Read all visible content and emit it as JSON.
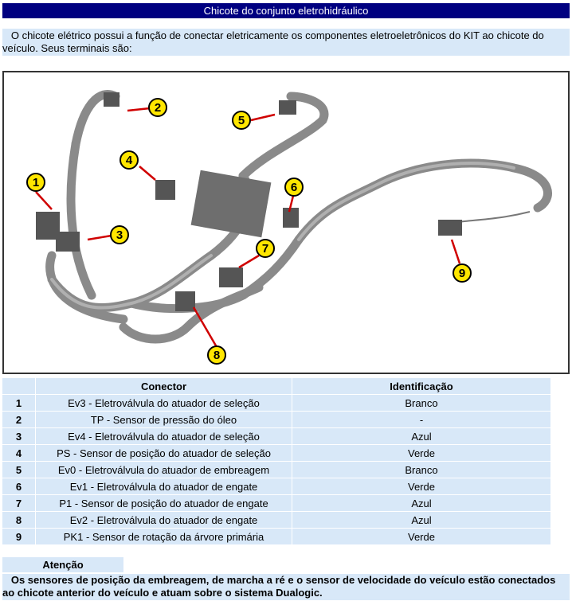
{
  "title": "Chicote do conjunto eletrohidráulico",
  "intro": "   O chicote elétrico possui a função de conectar eletricamente os componentes eletroeletrônicos do KIT ao chicote do veículo. Seus terminais são:",
  "photo": {
    "callouts": [
      "1",
      "2",
      "3",
      "4",
      "5",
      "6",
      "7",
      "8",
      "9"
    ]
  },
  "table": {
    "headers": [
      "",
      "Conector",
      "Identificação"
    ],
    "rows": [
      [
        "1",
        "Ev3 - Eletroválvula do atuador de seleção",
        "Branco"
      ],
      [
        "2",
        "TP - Sensor de pressão do óleo",
        "-"
      ],
      [
        "3",
        "Ev4 - Eletroválvula do atuador de seleção",
        "Azul"
      ],
      [
        "4",
        "PS - Sensor de posição do atuador de seleção",
        "Verde"
      ],
      [
        "5",
        "Ev0 - Eletroválvula do atuador de embreagem",
        "Branco"
      ],
      [
        "6",
        "Ev1 - Eletroválvula do atuador de engate",
        "Verde"
      ],
      [
        "7",
        "P1 - Sensor de posição do atuador de engate",
        "Azul"
      ],
      [
        "8",
        "Ev2 - Eletroválvula do atuador de engate",
        "Azul"
      ],
      [
        "9",
        "PK1 - Sensor de rotação da árvore primária",
        "Verde"
      ]
    ]
  },
  "attention": {
    "label": "Atenção",
    "text": "   Os sensores de posição da embreagem, de marcha a ré e o sensor de velocidade do veículo estão conectados ao chicote anterior do veículo e atuam sobre o sistema Dualogic."
  }
}
